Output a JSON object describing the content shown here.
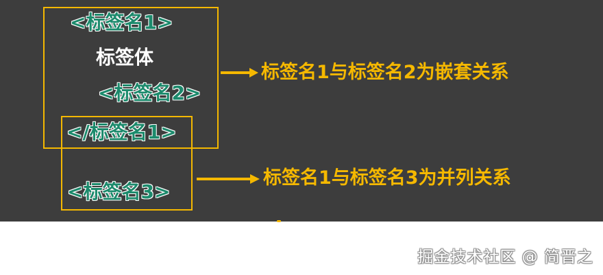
{
  "diagram": {
    "tag1_open": "<标签名1>",
    "tag_body": "标签体",
    "tag2_open": "<标签名2>",
    "tag1_close": "</标签名1>",
    "tag3_open": "<标签名3>",
    "relation_nested": "标签名1与标签名2为嵌套关系",
    "relation_parallel": "标签名1与标签名3为并列关系"
  },
  "watermark": "掘金技术社区 @ 简晋之",
  "colors": {
    "background": "#3d3d3d",
    "tag_text": "#1c8a6c",
    "highlight": "#f5b800",
    "body_text": "#ffffff"
  }
}
